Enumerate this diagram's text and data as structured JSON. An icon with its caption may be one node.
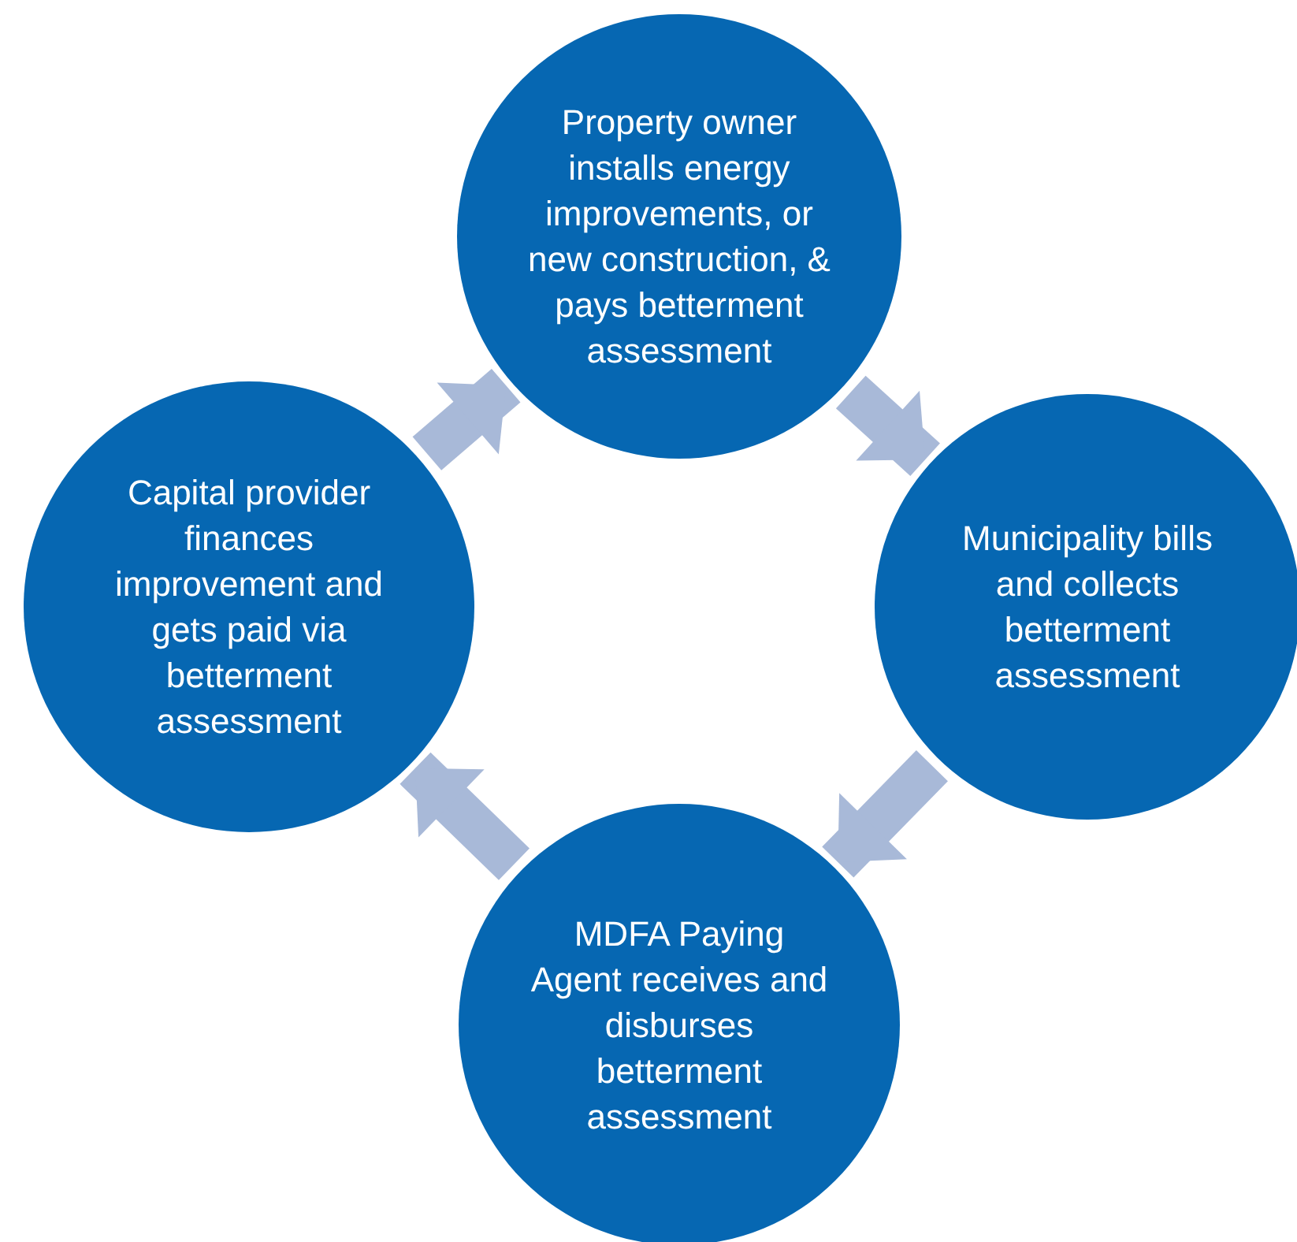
{
  "diagram": {
    "nodes": [
      {
        "text": [
          "Property owner installs energy improvements, or new construction, & pays betterment assessment"
        ]
      },
      {
        "text": [
          "Municipality bills and collects betterment assessment"
        ]
      },
      {
        "text": [
          "MDFA Paying Agent receives and disburses betterment assessment"
        ]
      },
      {
        "text": [
          "Capital provider finances improvement and gets paid via betterment assessment"
        ]
      }
    ],
    "edges": [
      {
        "from": 0,
        "to": 1,
        "arrow": "to"
      },
      {
        "from": 1,
        "to": 2,
        "arrow": "to"
      },
      {
        "from": 2,
        "to": 3,
        "arrow": "to"
      },
      {
        "from": 3,
        "to": 0,
        "arrow": "to"
      }
    ]
  }
}
